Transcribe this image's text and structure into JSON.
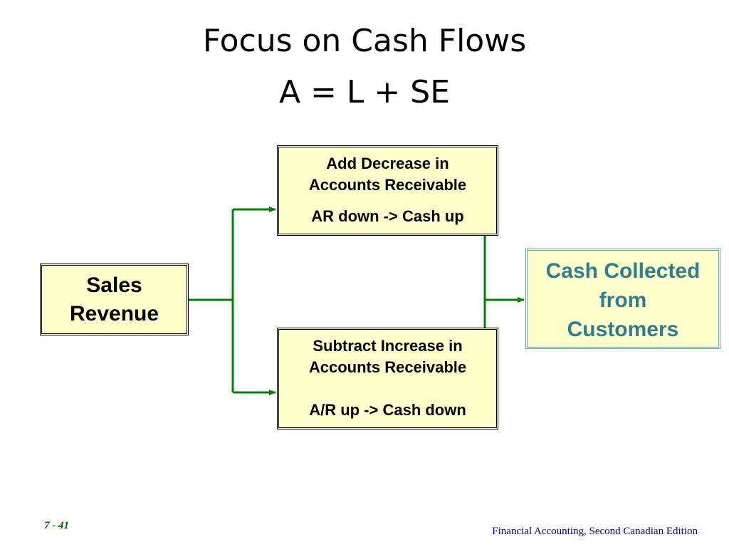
{
  "title": {
    "line1": "Focus on Cash Flows",
    "line2": "A = L + SE"
  },
  "diagram": {
    "source": {
      "line1": "Sales",
      "line2": "Revenue"
    },
    "add_decrease": {
      "line1": "Add Decrease in",
      "line2": "Accounts Receivable",
      "line3": "AR down -> Cash up"
    },
    "subtract_increase": {
      "line1": "Subtract Increase in",
      "line2": "Accounts Receivable",
      "line3": "A/R up -> Cash down"
    },
    "result": {
      "line1": "Cash Collected",
      "line2": "from",
      "line3": "Customers"
    }
  },
  "colors": {
    "box_fill": "#ffffcc",
    "connector": "#008000",
    "result_text": "#2f7d8e",
    "result_border": "#5fa9b8",
    "footer": "#000099"
  },
  "footer": {
    "page_number": "7 - 41",
    "book_title": "Financial Accounting, Second Canadian Edition"
  }
}
